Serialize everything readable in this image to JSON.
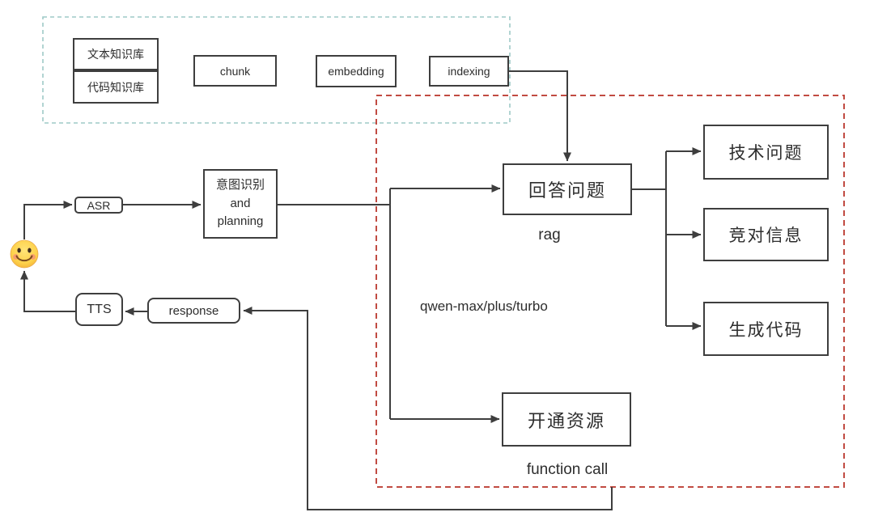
{
  "nodes": {
    "kb_text": "文本知识库",
    "kb_code": "代码知识库",
    "chunk": "chunk",
    "embedding": "embedding",
    "indexing": "indexing",
    "asr": "ASR",
    "intent": {
      "line1": "意图识别",
      "line2": "and",
      "line3": "planning"
    },
    "tts": "TTS",
    "response": "response",
    "answer": "回答问题",
    "resource": "开通资源",
    "outputs": [
      "技术问题",
      "竞对信息",
      "生成代码"
    ]
  },
  "labels": {
    "rag": "rag",
    "model": "qwen-max/plus/turbo",
    "function_call": "function call"
  },
  "icons": {
    "user": "smiling-face-emoji"
  },
  "colors": {
    "line": "#3e3e3e",
    "box_border": "#3e3e3e",
    "text": "#2d2d2d",
    "red_dashed_border": "#c14b42",
    "teal_dashed_border": "#9ecac7",
    "emoji_yellow": "#fdd14a",
    "emoji_cheek": "#f58f74",
    "background": "#ffffff"
  }
}
